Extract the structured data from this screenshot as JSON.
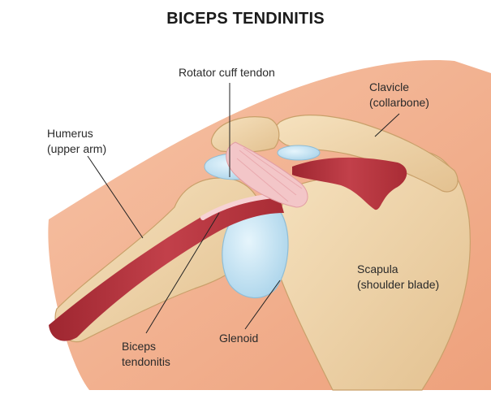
{
  "title": "BICEPS TENDINITIS",
  "labels": {
    "rotator_cuff": {
      "line1": "Rotator cuff tendon"
    },
    "clavicle": {
      "line1": "Clavicle",
      "line2": "(collarbone)"
    },
    "humerus": {
      "line1": "Humerus",
      "line2": "(upper arm)"
    },
    "scapula": {
      "line1": "Scapula",
      "line2": "(shoulder blade)"
    },
    "glenoid": {
      "line1": "Glenoid"
    },
    "biceps": {
      "line1": "Biceps",
      "line2": "tendonitis"
    }
  },
  "colors": {
    "skin": "#f2b08e",
    "bone": "#efd3a6",
    "bone_shadow": "#d9b583",
    "muscle": "#b8313a",
    "tendon": "#f3c6c8",
    "cartilage": "#c9e6f4"
  }
}
